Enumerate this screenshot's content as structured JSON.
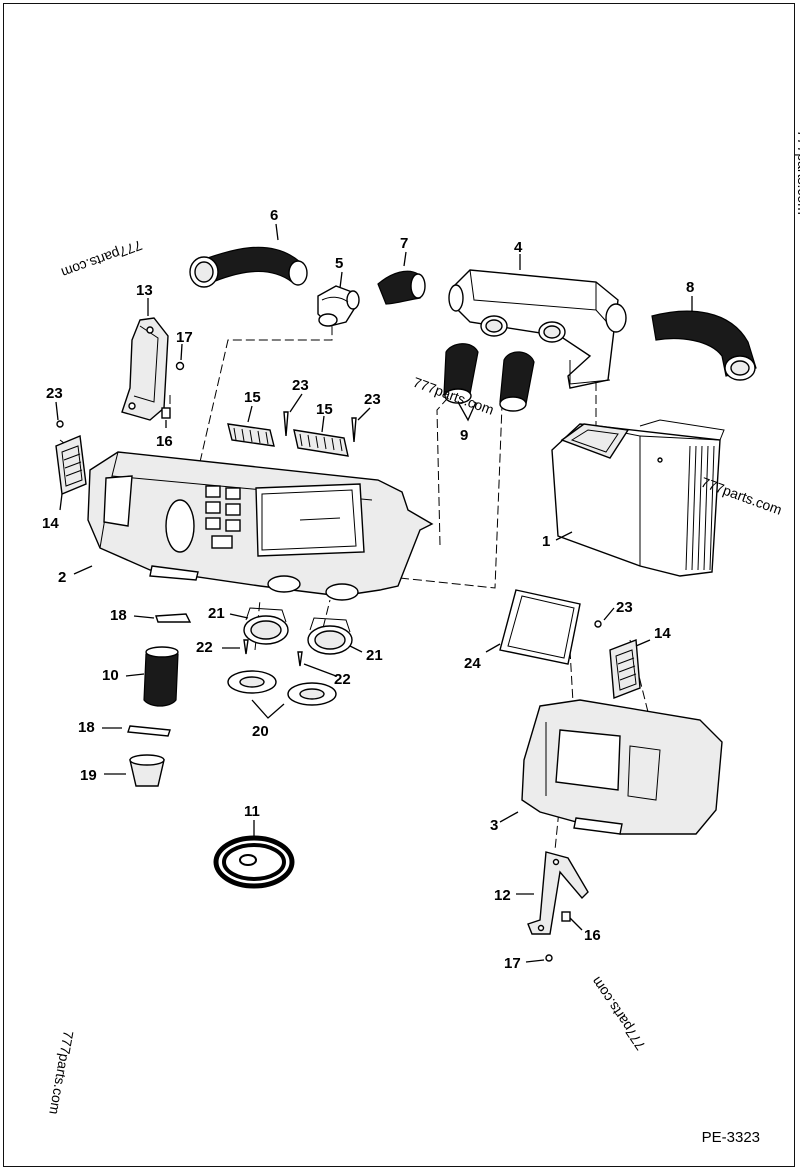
{
  "figure_code": "PE-3323",
  "watermark": "777parts.com",
  "callouts": {
    "c1": "1",
    "c2": "2",
    "c3": "3",
    "c4": "4",
    "c5": "5",
    "c6": "6",
    "c7": "7",
    "c8": "8",
    "c9": "9",
    "c10": "10",
    "c11": "11",
    "c12": "12",
    "c13": "13",
    "c14a": "14",
    "c14b": "14",
    "c15a": "15",
    "c15b": "15",
    "c16a": "16",
    "c16b": "16",
    "c17a": "17",
    "c17b": "17",
    "c18a": "18",
    "c18b": "18",
    "c19": "19",
    "c20": "20",
    "c21a": "21",
    "c21b": "21",
    "c22a": "22",
    "c22b": "22",
    "c23a": "23",
    "c23b": "23",
    "c23c": "23",
    "c23d": "23",
    "c24": "24"
  }
}
